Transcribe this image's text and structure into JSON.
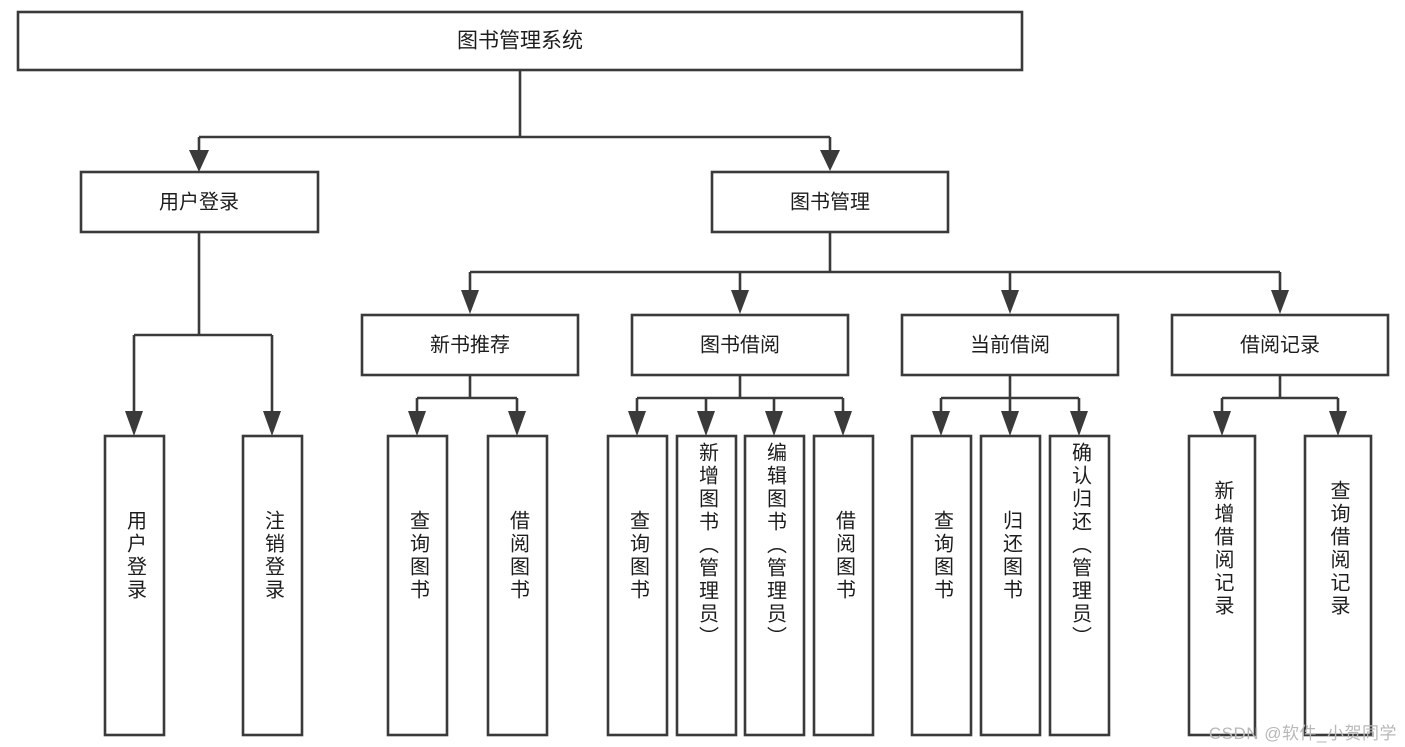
{
  "diagram": {
    "title": "图书管理系统",
    "type": "hierarchy-tree",
    "watermark": "CSDN @软件_小贺同学",
    "colors": {
      "stroke": "#3a3a3a",
      "box_fill": "#ffffff",
      "text": "#1d1d1d",
      "background": "#ffffff",
      "watermark": "#b8b8b8"
    },
    "root": {
      "label": "图书管理系统"
    },
    "level2": [
      {
        "label": "用户登录"
      },
      {
        "label": "图书管理"
      }
    ],
    "level3": [
      {
        "label": "新书推荐"
      },
      {
        "label": "图书借阅"
      },
      {
        "label": "当前借阅"
      },
      {
        "label": "借阅记录"
      }
    ],
    "leaves_user_login": [
      {
        "label": "用户登录"
      },
      {
        "label": "注销登录"
      }
    ],
    "leaves_new_books": [
      {
        "label": "查询图书"
      },
      {
        "label": "借阅图书"
      }
    ],
    "leaves_book_borrow": [
      {
        "label": "查询图书"
      },
      {
        "label": "新增图书（管理员）"
      },
      {
        "label": "编辑图书（管理员）"
      },
      {
        "label": "借阅图书"
      }
    ],
    "leaves_current_borrow": [
      {
        "label": "查询图书"
      },
      {
        "label": "归还图书"
      },
      {
        "label": "确认归还（管理员）"
      }
    ],
    "leaves_borrow_records": [
      {
        "label": "新增借阅记录"
      },
      {
        "label": "查询借阅记录"
      }
    ]
  }
}
